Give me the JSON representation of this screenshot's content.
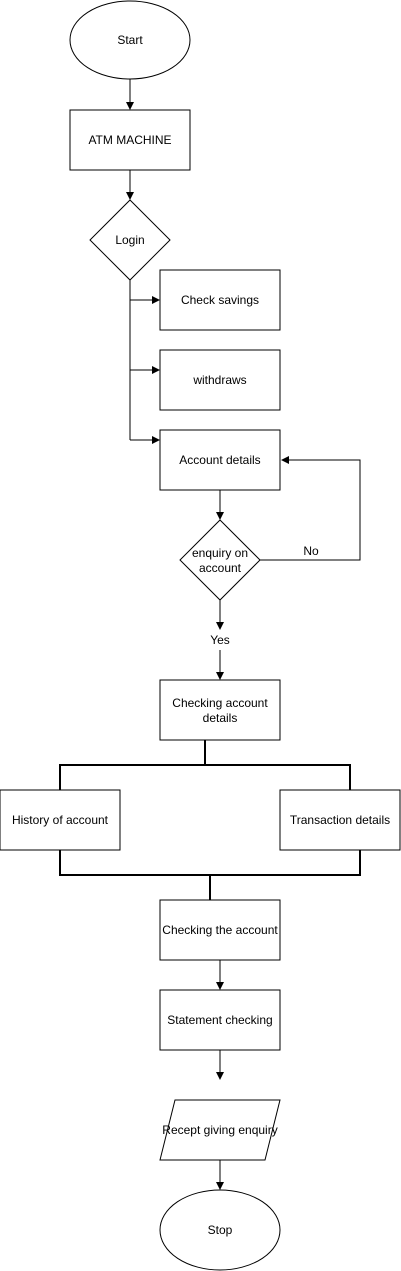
{
  "flowchart": {
    "start": "Start",
    "atm_machine": "ATM MACHINE",
    "login": "Login",
    "check_savings": "Check savings",
    "withdraws": "withdraws",
    "account_details": "Account details",
    "enquiry_line1": "enquiry on",
    "enquiry_line2": "account",
    "no_label": "No",
    "yes_label": "Yes",
    "checking_account_line1": "Checking account",
    "checking_account_line2": "details",
    "history_of_account": "History of account",
    "transaction_details": "Transaction details",
    "checking_the_account": "Checking the account",
    "statement_checking": "Statement checking",
    "receipt_giving_enquiry": "Recept giving enquiry",
    "stop": "Stop"
  }
}
